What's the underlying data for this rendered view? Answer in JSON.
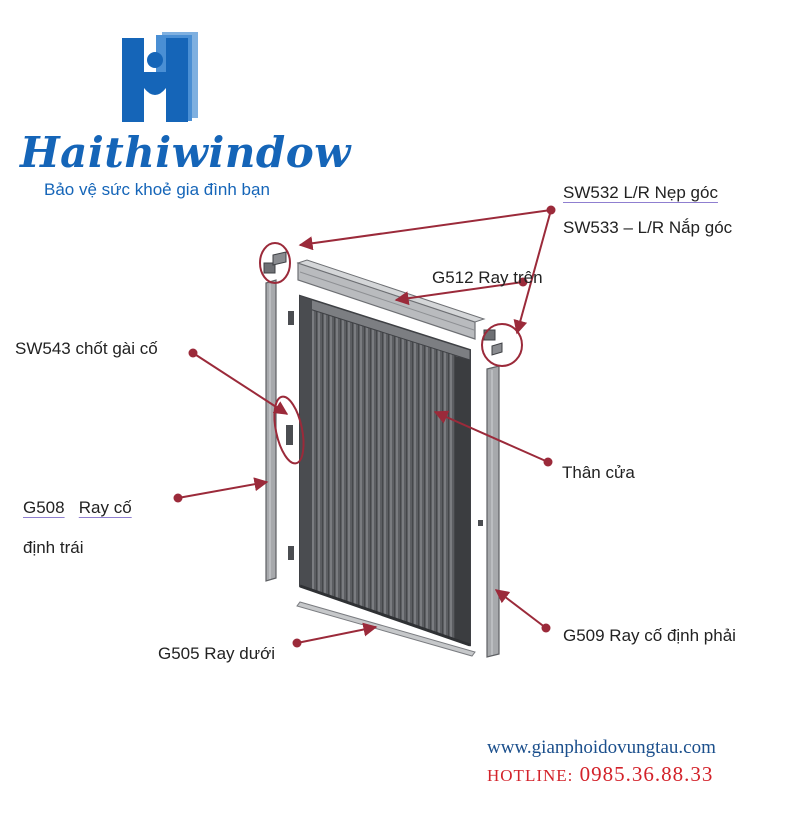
{
  "brand": {
    "name": "Haithiwindow",
    "tagline": "Bảo vệ sức khoẻ gia đình bạn",
    "logo_icon": "logo-h-icon",
    "color": "#1565b8"
  },
  "labels": {
    "sw532": "SW532   L/R Nẹp góc",
    "sw533": "SW533 – L/R Nắp góc",
    "g512": "G512 Ray trên",
    "sw543": "SW543 chốt gài cố",
    "than_cua": "Thân cửa",
    "g508_code": "G508",
    "g508_text": "Ray cố",
    "g508_text2": "định trái",
    "g509": "G509 Ray cố định phải",
    "g505": "G505 Ray dưới"
  },
  "footer": {
    "website": "www.gianphoidovungtau.com",
    "hotline_label": "HOTLINE:",
    "hotline_number": "0985.36.88.33"
  },
  "colors": {
    "leader": "#9b2a3a",
    "hotline": "#d3222a",
    "website": "#1b4f8c",
    "frame": "#9a9ca0"
  }
}
